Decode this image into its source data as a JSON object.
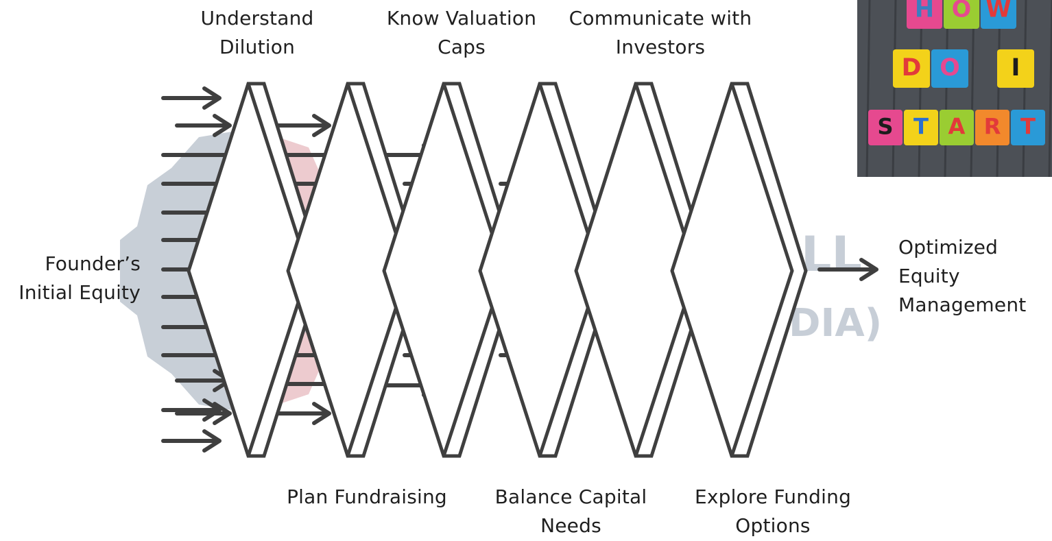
{
  "input_label": "Founder’s\nInitial Equity",
  "output_label": "Optimized\nEquity\nManagement",
  "top_labels": [
    "Understand\nDilution",
    "Know Valuation\nCaps",
    "Communicate with\nInvestors"
  ],
  "bottom_labels": [
    "Plan Fundraising",
    "Balance Capital\nNeeds",
    "Explore Funding\nOptions"
  ],
  "photo": {
    "rows": [
      {
        "letters": [
          "H",
          "O",
          "W"
        ]
      },
      {
        "letters": [
          "D",
          "O",
          "I"
        ]
      },
      {
        "letters": [
          "S",
          "T",
          "A",
          "R",
          "T"
        ]
      }
    ]
  },
  "colors": {
    "stroke": "#3f3f3f",
    "watermark": "#9aa7b7",
    "watermark_accent": "#e0a2a8",
    "photo_bg": "#4c5056",
    "blocks": [
      "#e6498f",
      "#9acd32",
      "#2a9ad7",
      "#f3d21a",
      "#f2892c"
    ]
  }
}
